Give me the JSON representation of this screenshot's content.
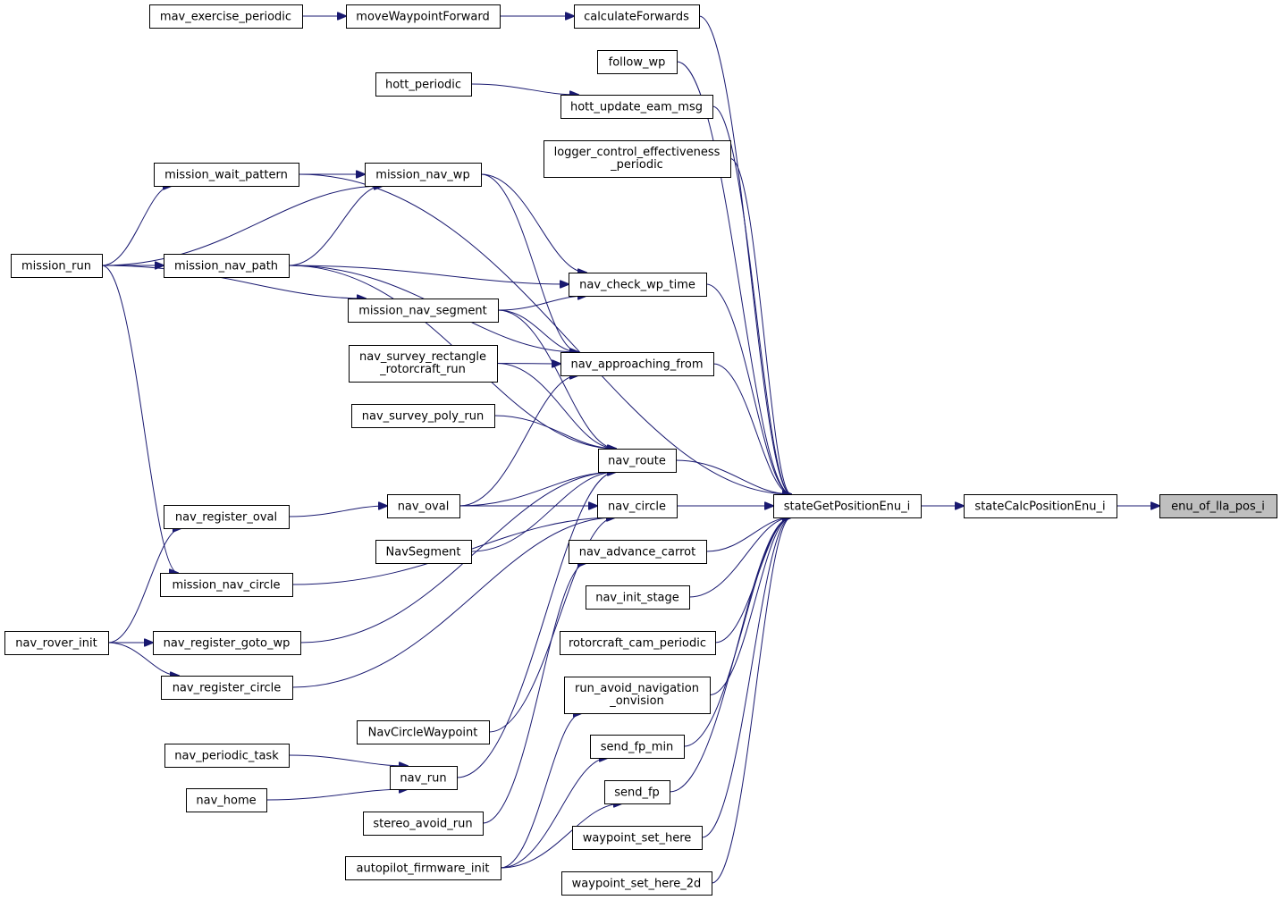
{
  "colors": {
    "edge": "#191970",
    "node_fill": "#ffffff",
    "node_border": "#000000",
    "highlight_fill": "#bfbfbf"
  },
  "nodes": {
    "mav_exercise_periodic": [
      "mav_exercise_periodic"
    ],
    "moveWaypointForward": [
      "moveWaypointForward"
    ],
    "calculateForwards": [
      "calculateForwards"
    ],
    "follow_wp": [
      "follow_wp"
    ],
    "hott_periodic": [
      "hott_periodic"
    ],
    "hott_update_eam_msg": [
      "hott_update_eam_msg"
    ],
    "logger_control_effectiveness_periodic": [
      "logger_control_effectiveness",
      "_periodic"
    ],
    "mission_wait_pattern": [
      "mission_wait_pattern"
    ],
    "mission_nav_wp": [
      "mission_nav_wp"
    ],
    "mission_run": [
      "mission_run"
    ],
    "mission_nav_path": [
      "mission_nav_path"
    ],
    "nav_check_wp_time": [
      "nav_check_wp_time"
    ],
    "mission_nav_segment": [
      "mission_nav_segment"
    ],
    "nav_survey_rectangle_rotorcraft_run": [
      "nav_survey_rectangle",
      "_rotorcraft_run"
    ],
    "nav_approaching_from": [
      "nav_approaching_from"
    ],
    "nav_survey_poly_run": [
      "nav_survey_poly_run"
    ],
    "nav_route": [
      "nav_route"
    ],
    "nav_register_oval": [
      "nav_register_oval"
    ],
    "nav_oval": [
      "nav_oval"
    ],
    "nav_circle": [
      "nav_circle"
    ],
    "stateGetPositionEnu_i": [
      "stateGetPositionEnu_i"
    ],
    "stateCalcPositionEnu_i": [
      "stateCalcPositionEnu_i"
    ],
    "enu_of_lla_pos_i": [
      "enu_of_lla_pos_i"
    ],
    "NavSegment": [
      "NavSegment"
    ],
    "nav_advance_carrot": [
      "nav_advance_carrot"
    ],
    "mission_nav_circle": [
      "mission_nav_circle"
    ],
    "nav_init_stage": [
      "nav_init_stage"
    ],
    "nav_rover_init": [
      "nav_rover_init"
    ],
    "nav_register_goto_wp": [
      "nav_register_goto_wp"
    ],
    "rotorcraft_cam_periodic": [
      "rotorcraft_cam_periodic"
    ],
    "nav_register_circle": [
      "nav_register_circle"
    ],
    "run_avoid_navigation_onvision": [
      "run_avoid_navigation",
      "_onvision"
    ],
    "NavCircleWaypoint": [
      "NavCircleWaypoint"
    ],
    "send_fp_min": [
      "send_fp_min"
    ],
    "nav_periodic_task": [
      "nav_periodic_task"
    ],
    "nav_run": [
      "nav_run"
    ],
    "nav_home": [
      "nav_home"
    ],
    "send_fp": [
      "send_fp"
    ],
    "stereo_avoid_run": [
      "stereo_avoid_run"
    ],
    "waypoint_set_here": [
      "waypoint_set_here"
    ],
    "autopilot_firmware_init": [
      "autopilot_firmware_init"
    ],
    "waypoint_set_here_2d": [
      "waypoint_set_here_2d"
    ]
  },
  "edges": [
    [
      "mav_exercise_periodic",
      "moveWaypointForward"
    ],
    [
      "moveWaypointForward",
      "calculateForwards"
    ],
    [
      "calculateForwards",
      "stateGetPositionEnu_i"
    ],
    [
      "follow_wp",
      "stateGetPositionEnu_i"
    ],
    [
      "hott_periodic",
      "hott_update_eam_msg"
    ],
    [
      "hott_update_eam_msg",
      "stateGetPositionEnu_i"
    ],
    [
      "logger_control_effectiveness_periodic",
      "stateGetPositionEnu_i"
    ],
    [
      "mission_wait_pattern",
      "mission_nav_wp"
    ],
    [
      "mission_wait_pattern",
      "stateGetPositionEnu_i"
    ],
    [
      "mission_run",
      "mission_wait_pattern"
    ],
    [
      "mission_run",
      "mission_nav_wp"
    ],
    [
      "mission_run",
      "mission_nav_path"
    ],
    [
      "mission_run",
      "mission_nav_segment"
    ],
    [
      "mission_run",
      "mission_nav_circle"
    ],
    [
      "mission_nav_path",
      "mission_nav_wp"
    ],
    [
      "mission_nav_path",
      "nav_check_wp_time"
    ],
    [
      "mission_nav_path",
      "nav_approaching_from"
    ],
    [
      "mission_nav_path",
      "nav_route"
    ],
    [
      "mission_nav_wp",
      "nav_check_wp_time"
    ],
    [
      "mission_nav_wp",
      "nav_approaching_from"
    ],
    [
      "mission_nav_segment",
      "nav_check_wp_time"
    ],
    [
      "mission_nav_segment",
      "nav_approaching_from"
    ],
    [
      "mission_nav_segment",
      "nav_route"
    ],
    [
      "nav_check_wp_time",
      "stateGetPositionEnu_i"
    ],
    [
      "nav_survey_rectangle_rotorcraft_run",
      "nav_approaching_from"
    ],
    [
      "nav_survey_rectangle_rotorcraft_run",
      "nav_route"
    ],
    [
      "nav_survey_poly_run",
      "nav_route"
    ],
    [
      "nav_approaching_from",
      "stateGetPositionEnu_i"
    ],
    [
      "nav_oval",
      "nav_approaching_from"
    ],
    [
      "nav_oval",
      "nav_route"
    ],
    [
      "nav_oval",
      "nav_circle"
    ],
    [
      "NavSegment",
      "nav_route"
    ],
    [
      "nav_route",
      "stateGetPositionEnu_i"
    ],
    [
      "nav_register_oval",
      "nav_oval"
    ],
    [
      "nav_circle",
      "stateGetPositionEnu_i"
    ],
    [
      "stateGetPositionEnu_i",
      "stateCalcPositionEnu_i"
    ],
    [
      "stateCalcPositionEnu_i",
      "enu_of_lla_pos_i"
    ],
    [
      "mission_nav_circle",
      "nav_circle"
    ],
    [
      "nav_rover_init",
      "nav_register_oval"
    ],
    [
      "nav_rover_init",
      "nav_register_goto_wp"
    ],
    [
      "nav_rover_init",
      "nav_register_circle"
    ],
    [
      "nav_register_goto_wp",
      "nav_route"
    ],
    [
      "nav_register_circle",
      "nav_circle"
    ],
    [
      "NavCircleWaypoint",
      "nav_circle"
    ],
    [
      "nav_periodic_task",
      "nav_run"
    ],
    [
      "nav_home",
      "nav_run"
    ],
    [
      "nav_run",
      "nav_route"
    ],
    [
      "nav_advance_carrot",
      "stateGetPositionEnu_i"
    ],
    [
      "stereo_avoid_run",
      "nav_advance_carrot"
    ],
    [
      "nav_init_stage",
      "stateGetPositionEnu_i"
    ],
    [
      "rotorcraft_cam_periodic",
      "stateGetPositionEnu_i"
    ],
    [
      "run_avoid_navigation_onvision",
      "stateGetPositionEnu_i"
    ],
    [
      "autopilot_firmware_init",
      "run_avoid_navigation_onvision"
    ],
    [
      "autopilot_firmware_init",
      "send_fp_min"
    ],
    [
      "autopilot_firmware_init",
      "send_fp"
    ],
    [
      "send_fp_min",
      "stateGetPositionEnu_i"
    ],
    [
      "send_fp",
      "stateGetPositionEnu_i"
    ],
    [
      "waypoint_set_here",
      "stateGetPositionEnu_i"
    ],
    [
      "waypoint_set_here_2d",
      "stateGetPositionEnu_i"
    ]
  ]
}
